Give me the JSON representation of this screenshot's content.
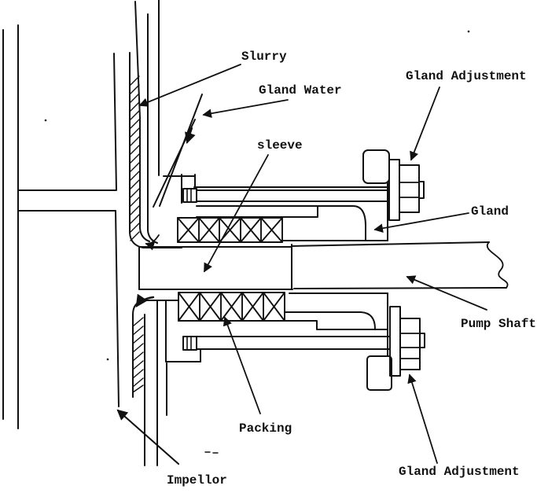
{
  "figure": {
    "type": "technical cross-section line drawing",
    "subject": "Centrifugal pump stuffing box, packing and gland assembly",
    "background_color": "#ffffff",
    "ink_color": "#111111"
  },
  "labels": {
    "slurry": "Slurry",
    "gland_water": "Gland Water",
    "sleeve": "sleeve",
    "gland_adjustment_top": "Gland Adjustment",
    "gland": "Gland",
    "pump_shaft": "Pump Shaft",
    "gland_adjustment_bottom": "Gland Adjustment",
    "packing": "Packing",
    "impellor": "Impellor"
  }
}
